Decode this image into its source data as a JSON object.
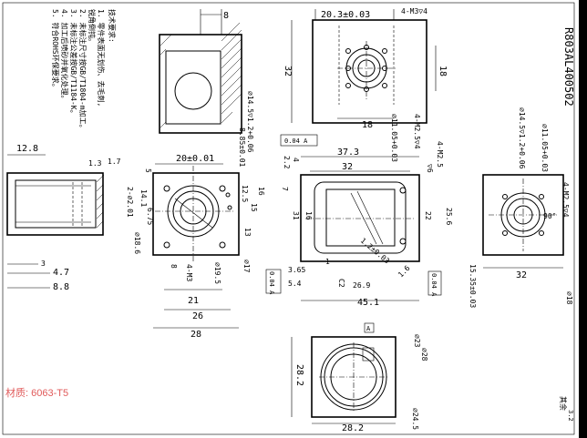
{
  "drawing": {
    "part_number": "R803AL400502",
    "material_label": "材质: 6063-T5",
    "roughness_note": "其余",
    "roughness_value": "3.2",
    "tech_requirements": {
      "title": "技术要求:",
      "items": [
        "1. 零件表面无划伤、去毛刺,",
        "锐角倒钝。",
        "2. 未标注尺寸按GB/T1804-m加工。",
        "3. 未标注公差按GB/T1184-K。",
        "4. 加工后喷砂并氧化处理。",
        "5. 符合ROHS环保要求。"
      ]
    },
    "dims": {
      "d8": "8",
      "d20_3": "20.3±0.03",
      "d4_M3": "4-M3▽4",
      "d32v": "32",
      "d18a": "18",
      "d18b": "18",
      "d14_5": "⌀14.5▽1.2+0.06",
      "d11_05a": "⌀11.05+0.03",
      "d4_M2_5a": "4-M2.5▽4",
      "d2_2": "2-⌀2.01",
      "d8_85": "8.85±0.01",
      "d12_8": "12.8",
      "d1_3": "1.3",
      "d1_7": "1.7",
      "d20_01": "20±0.01",
      "d14_1": "14.1",
      "d6_75": "6.75",
      "d5": "5",
      "d18_6": "⌀18.6",
      "d8b": "8",
      "d4_M3b": "4-M3",
      "d19_5": "⌀19.5",
      "d17": "⌀17",
      "d3": "3",
      "d4_7": "4.7",
      "d8_8": "8.8",
      "d21": "21",
      "d26": "26",
      "d28": "28",
      "d12_5": "12.5",
      "d15": "15",
      "d16": "16",
      "d13": "13",
      "d37_3": "37.3",
      "d32h": "32",
      "d2_2b": "2.2",
      "d4": "4",
      "d7": "7",
      "d31": "31",
      "d16b": "16",
      "d22": "22",
      "d25_6": "25.6",
      "d1_2": "1.2±0.03",
      "d1_6": "1.6",
      "d4_M2_5b": "4-M2.5",
      "d6": "▽6",
      "d1": "1",
      "d3_65": "3.65",
      "d5_4": "5.4",
      "d26_9": "26.9",
      "dC2": "C2",
      "d45_1": "45.1",
      "d15_35": "15.35±0.03",
      "d32r": "32",
      "d18r": "⌀18",
      "d14_5r": "⌀14.5▽1.2+0.06",
      "d11_05r": "⌀11.05+0.03",
      "d4_M2_5r": "4-M2.5▽4",
      "d90": "90°",
      "d28_2v": "28.2",
      "d28_2h": "28.2",
      "d23": "⌀23",
      "d28c": "⌀28",
      "d24_5": "⌀24.5",
      "tol_A1": "0.04 A",
      "tol_A2": "0.04 A",
      "tol_A3": "0.04 A",
      "datum_A": "A"
    }
  }
}
